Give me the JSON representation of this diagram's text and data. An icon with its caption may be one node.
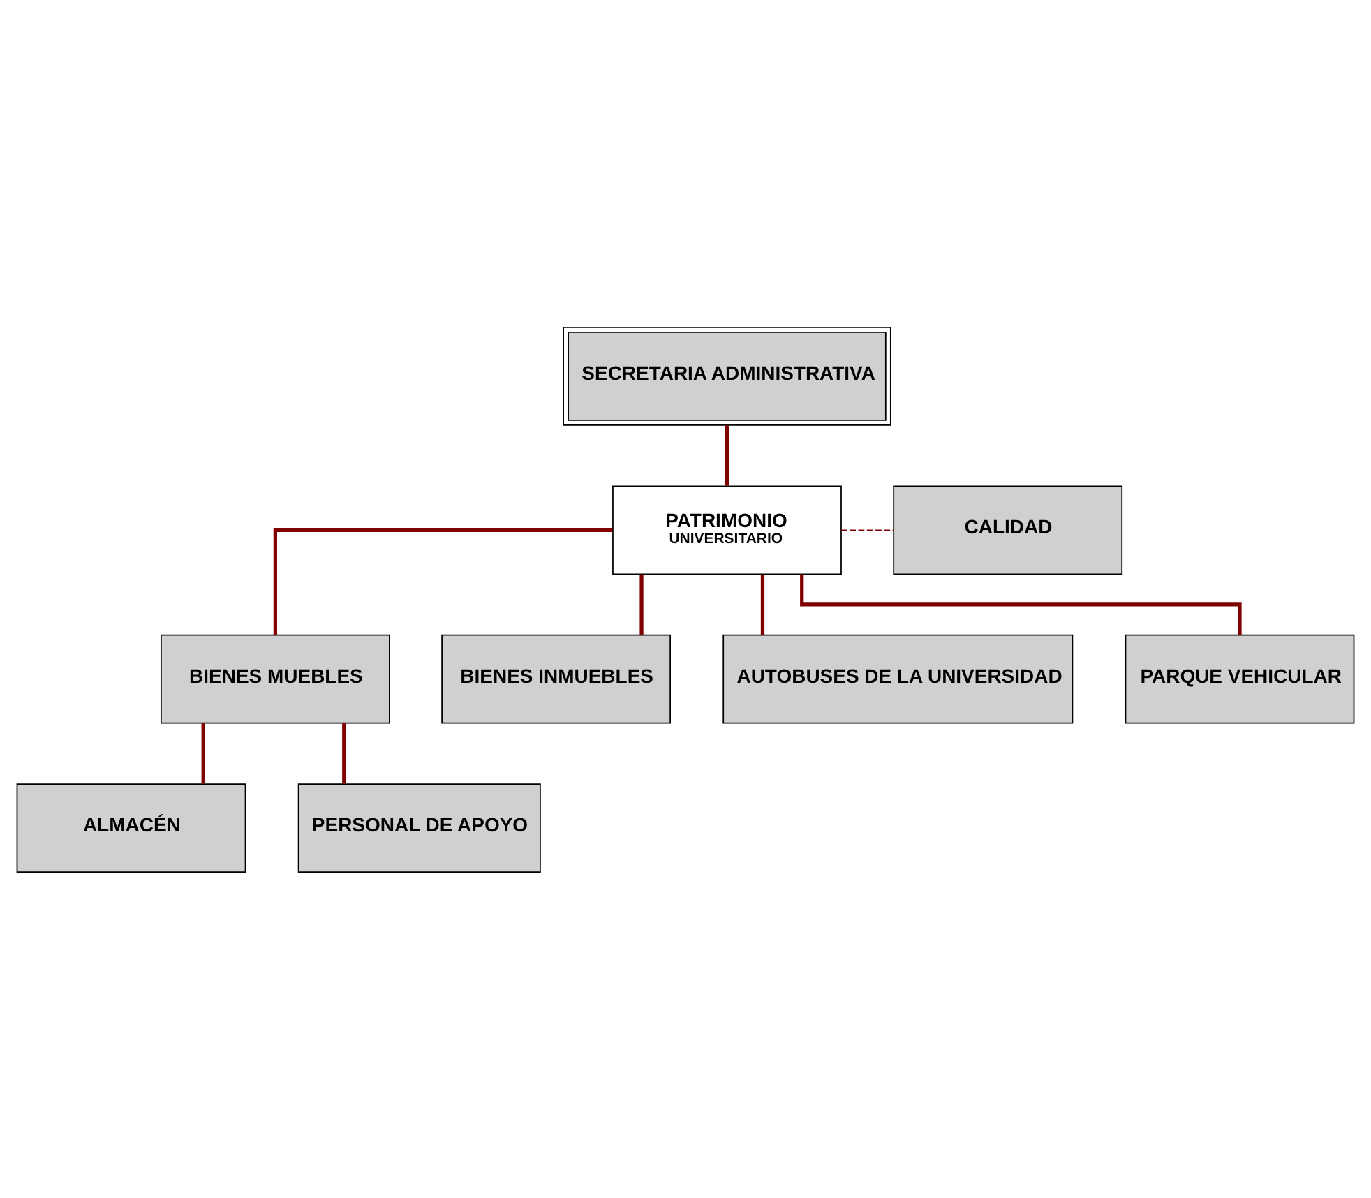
{
  "diagram": {
    "nodes": [
      {
        "text": [
          "SECRETARIA ADMINISTRATIVA"
        ]
      },
      {
        "text": [
          "PATRIMONIO",
          "UNIVERSITARIO"
        ]
      },
      {
        "text": [
          "CALIDAD"
        ]
      },
      {
        "text": [
          "BIENES MUEBLES"
        ]
      },
      {
        "text": [
          "BIENES INMUEBLES"
        ]
      },
      {
        "text": [
          "ALMACÉN"
        ]
      },
      {
        "text": [
          "PERSONAL DE APOYO"
        ]
      },
      {
        "text": [
          "AUTOBUSES DE LA UNIVERSIDAD"
        ]
      },
      {
        "text": [
          "PARQUE VEHICULAR"
        ]
      }
    ],
    "edges": [
      {
        "from": 0,
        "to": 1,
        "arrow": "none"
      },
      {
        "from": 1,
        "to": 2,
        "arrow": "none",
        "style": "dashed"
      },
      {
        "from": 1,
        "to": 3,
        "arrow": "none"
      },
      {
        "from": 1,
        "to": 7,
        "arrow": "none"
      },
      {
        "from": 1,
        "to": 8,
        "arrow": "none"
      },
      {
        "from": 1,
        "to": 4,
        "arrow": "none"
      },
      {
        "from": 3,
        "to": 5,
        "arrow": "none"
      },
      {
        "from": 3,
        "to": 6,
        "arrow": "none"
      }
    ]
  }
}
